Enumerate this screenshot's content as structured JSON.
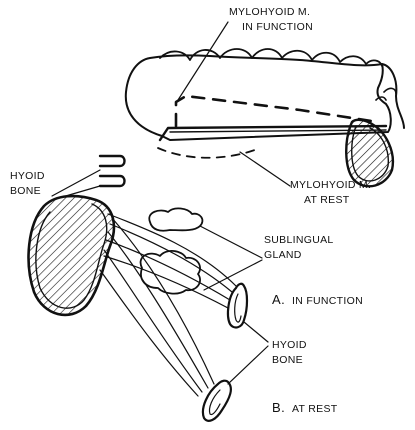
{
  "labels": {
    "mylohyoid_function": [
      "MYLOHYOID M.",
      "IN FUNCTION"
    ],
    "mylohyoid_rest": [
      "MYLOHYOID M.",
      "AT REST"
    ],
    "hyoid_top": [
      "HYOID",
      "BONE"
    ],
    "sublingual": [
      "SUBLINGUAL",
      "GLAND"
    ],
    "panel_a": [
      "A.",
      "IN FUNCTION"
    ],
    "hyoid_bottom": [
      "HYOID",
      "BONE"
    ],
    "panel_b": [
      "B.",
      "AT REST"
    ]
  }
}
